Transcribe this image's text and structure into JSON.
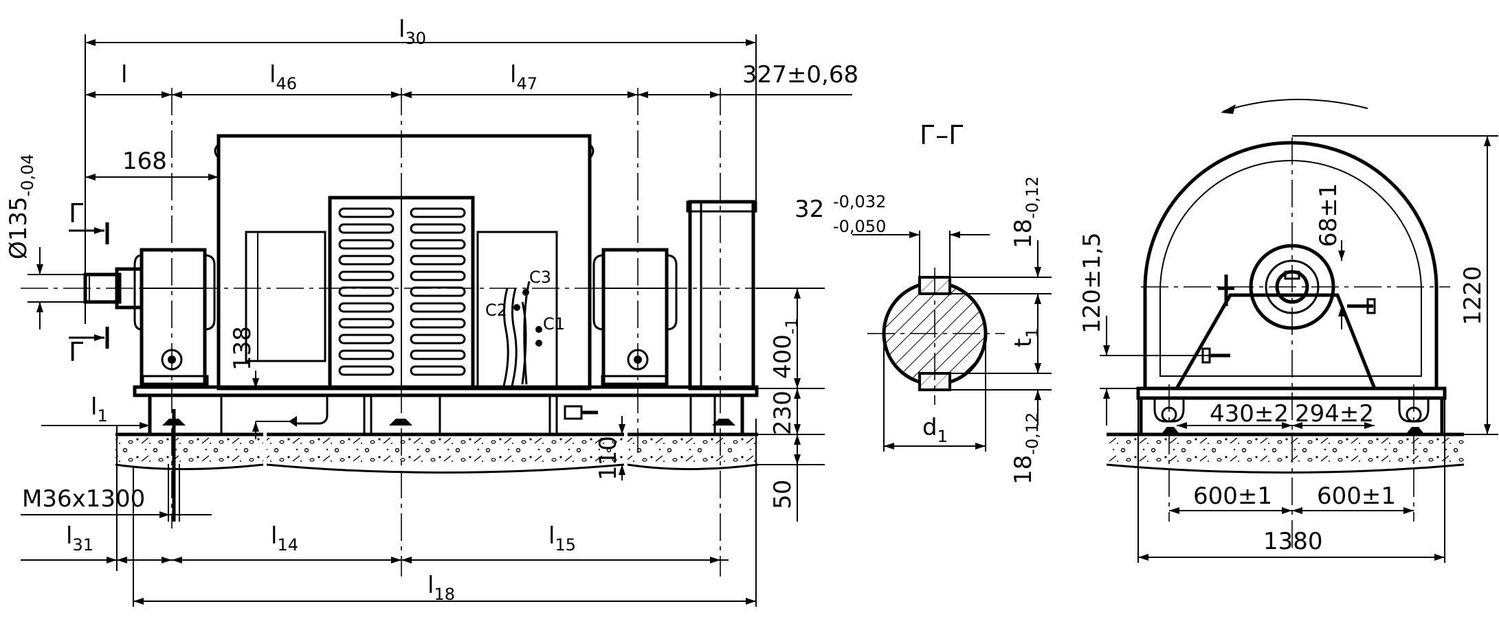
{
  "front_view": {
    "dims": {
      "l30": {
        "main": "l",
        "sub": "30"
      },
      "l": {
        "main": "l",
        "sub": ""
      },
      "l46": {
        "main": "l",
        "sub": "46"
      },
      "l47": {
        "main": "l",
        "sub": "47"
      },
      "d327": "327±0,68",
      "d168": "168",
      "d135": {
        "main": "Ø135",
        "sub": "-0,04"
      },
      "d138": "138",
      "d400": {
        "main": "400",
        "sub": "-1"
      },
      "d230": "230",
      "d110": "110",
      "d50": "50",
      "l1": {
        "main": "l",
        "sub": "1"
      },
      "bolt": "M36x1300",
      "l31": {
        "main": "l",
        "sub": "31"
      },
      "l14": {
        "main": "l",
        "sub": "14"
      },
      "l15": {
        "main": "l",
        "sub": "15"
      },
      "l18": {
        "main": "l",
        "sub": "18"
      }
    },
    "section_marks": [
      "Г",
      "Г"
    ],
    "terminals": [
      "С3",
      "С2",
      "С1"
    ]
  },
  "section_view": {
    "title": "Г–Г",
    "dims": {
      "key_width": {
        "main": "32",
        "sup": "-0,032",
        "sub": "-0,050"
      },
      "d18_top": {
        "main": "18",
        "sub": "-0,12"
      },
      "t1": {
        "main": "t",
        "sub": "1"
      },
      "d1": {
        "main": "d",
        "sub": "1"
      },
      "d18_bottom": {
        "main": "18",
        "sub": "-0,12"
      }
    }
  },
  "side_view": {
    "dims": {
      "d120": "120±1,5",
      "d68": "68±1",
      "d1220": "1220",
      "d430": "430±2",
      "d294": "294±2",
      "d600a": "600±1",
      "d600b": "600±1",
      "d1380": "1380"
    },
    "rotation_arrow": "counter-clockwise-arrow"
  }
}
